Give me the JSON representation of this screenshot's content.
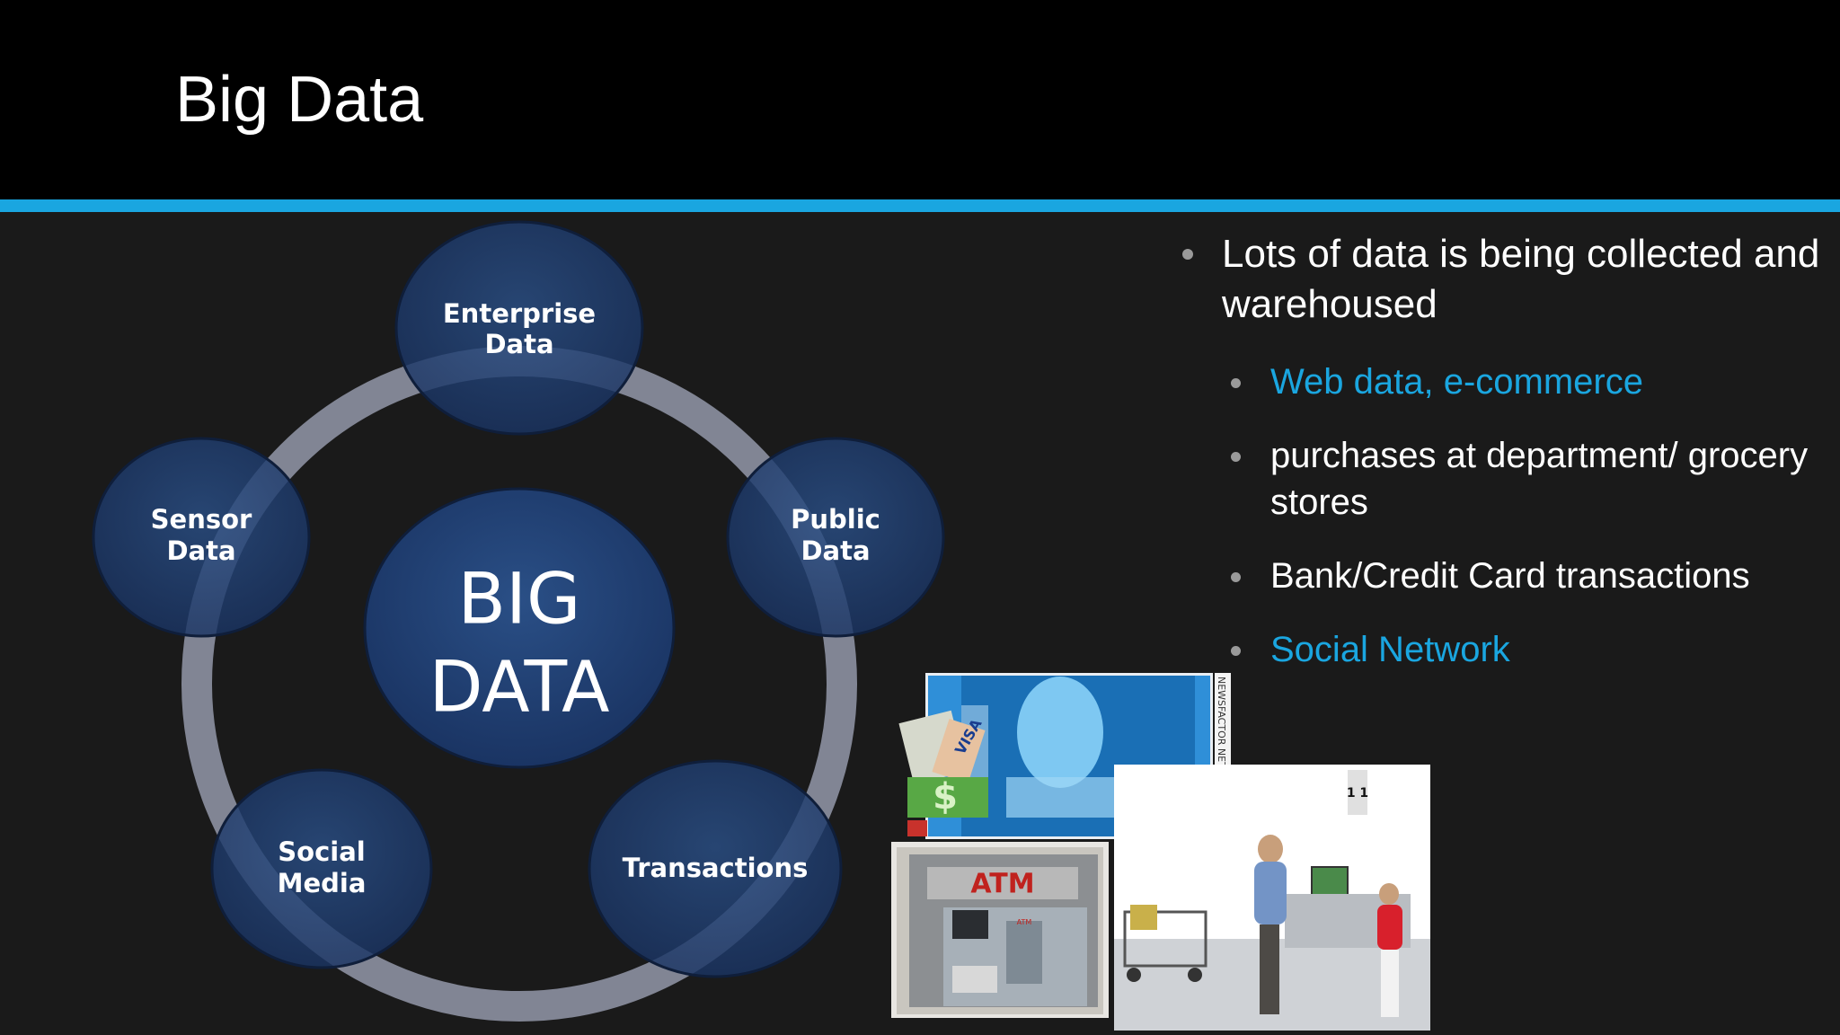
{
  "slide": {
    "title": "Big Data"
  },
  "diagram": {
    "center": {
      "line1": "BIG",
      "line2": "DATA"
    },
    "nodes": [
      {
        "line1": "Enterprise",
        "line2": "Data"
      },
      {
        "line1": "Public",
        "line2": "Data"
      },
      {
        "line1": "Transactions",
        "line2": ""
      },
      {
        "line1": "Social",
        "line2": "Media"
      },
      {
        "line1": "Sensor",
        "line2": "Data"
      }
    ]
  },
  "bullets": {
    "main": "Lots of data is being collected and warehoused",
    "sub": [
      "Web data, e-commerce",
      "purchases at department/ grocery stores",
      "Bank/Credit Card transactions",
      "Social Network"
    ]
  },
  "photos": {
    "atm_sign": "ATM",
    "atm_small": "ATM",
    "card_brand": "VISA",
    "vertical_credit": "NEWSFACTOR NETWORK",
    "register_number": "1 1"
  },
  "colors": {
    "accent": "#1aa6e0",
    "node_fill": "#1f3c6b",
    "ring": "#8a8e9e",
    "background": "#1a1a1a"
  }
}
